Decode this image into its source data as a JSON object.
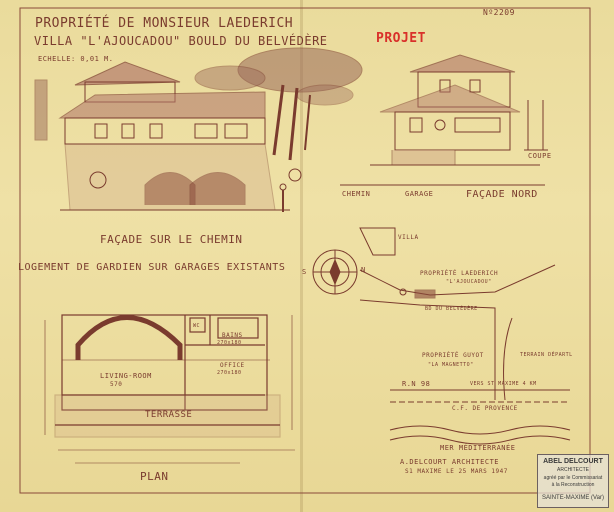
{
  "title": {
    "line1": "PROPRIÉTÉ DE MONSIEUR LAEDERICH",
    "line2": "VILLA \"L'AJOUCADOU\" BOULD DU BELVÉDÈRE",
    "projet": "PROJET",
    "ref": "Nº2209"
  },
  "scale": "ECHELLE: 0,01 M.",
  "sections": {
    "facade_chemin": "FAÇADE SUR LE CHEMIN",
    "logement": "LOGEMENT DE GARDIEN SUR GARAGES EXISTANTS",
    "plan": "PLAN",
    "facade_nord": "FAÇADE NORD",
    "coupe": "COUPE",
    "chemin": "CHEMIN",
    "garage": "GARAGE"
  },
  "plan_labels": {
    "living": "LIVING-ROOM",
    "living_dim": "570",
    "bains": "BAINS",
    "bains_dim": "270x180",
    "office": "OFFICE",
    "office_dim": "270x180",
    "wc": "WC",
    "terrasse": "TERRASSE"
  },
  "site": {
    "villa_box": "VILLA",
    "laederich": "PROPRIÉTÉ LAEDERICH",
    "ajoucadou": "\"L'AJOUCADOU\"",
    "belvedere": "BD DU BELVÉDÈRE",
    "guyot": "PROPRIÉTÉ GUYOT",
    "magnetto": "\"LA MAGNETTO\"",
    "terrain": "TERRAIN DÉPARTL",
    "rn": "R.N 98",
    "vers": "VERS ST MAXIME 4 KM",
    "cf": "C.F. DE PROVENCE",
    "mer": "MER MÉDITERRANÉE"
  },
  "architect": {
    "name": "A.DELCOURT ARCHITECTE",
    "place": "S1 MAXIME LE 25 MARS 1947"
  },
  "stamp": {
    "name": "ABEL DELCOURT",
    "line2": "ARCHITECTE",
    "line3": "agréé par le Commissariat",
    "line4": "à la Reconstruction",
    "line5": "SAINTE-MAXIME (Var)"
  },
  "compass": {
    "n": "N",
    "s": "S"
  },
  "colors": {
    "ink": "#7a3b2e",
    "red": "#d9302a",
    "paper": "#efe1a6"
  }
}
